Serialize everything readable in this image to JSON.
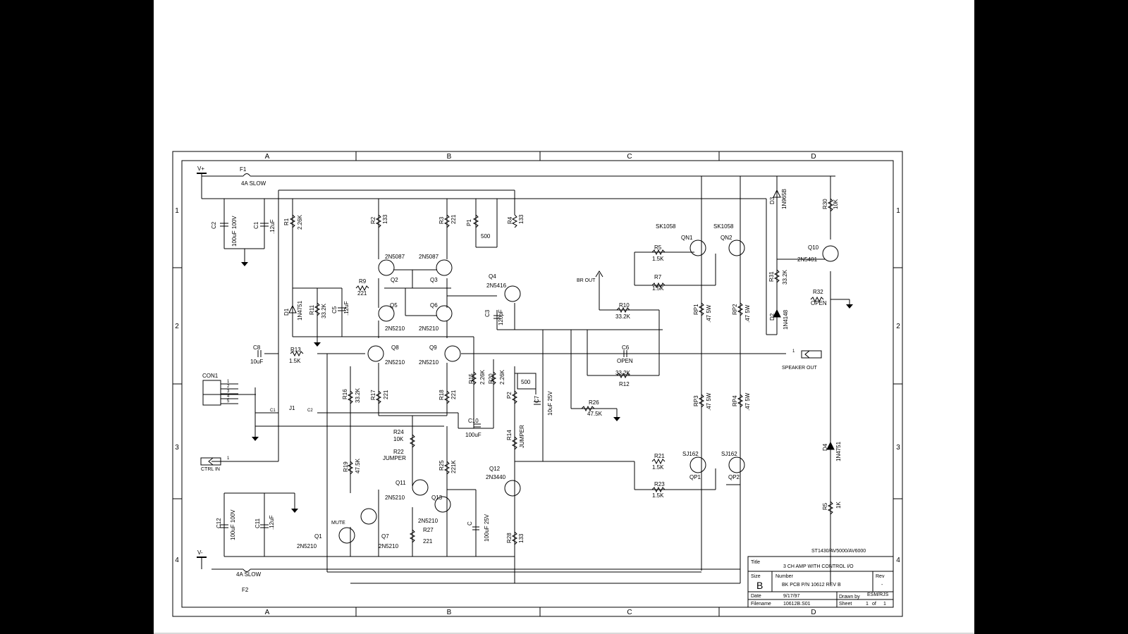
{
  "zones": {
    "columns": [
      "A",
      "B",
      "C",
      "D"
    ],
    "rows": [
      "1",
      "2",
      "3",
      "4"
    ]
  },
  "labels": {
    "vplus": "V+",
    "vminus": "V-",
    "f1": "F1",
    "f1_val": "4A SLOW",
    "f2": "F2",
    "f2_val": "4A SLOW",
    "c2": "C2",
    "c2_val": "100uF 100V",
    "c1": "C1",
    "c1_val": ".12uF",
    "r1": "R1",
    "r1_val": "2.26K",
    "r2": "R2",
    "r2_val": "133",
    "r3": "R3",
    "r3_val": "221",
    "p1": "P1",
    "p1_val": "500",
    "r4": "R4",
    "r4_val": "133",
    "q2_type": "2N5087",
    "q3_type": "2N5087",
    "q2": "Q2",
    "q3": "Q3",
    "r9": "R9",
    "r9_val": "221",
    "q4": "Q4",
    "q4_type": "2N5416",
    "d1": "D1",
    "d1_val": "1N4751",
    "r11": "R11",
    "r11_val": "33.2K",
    "c5": "C5",
    "c5_val": ".12uF",
    "q5": "Q5",
    "q6": "Q6",
    "q5_type": "2N5210",
    "q6_type": "2N5210",
    "c3": "C3",
    "c3_val": "120pF",
    "c8": "C8",
    "c8_val": "10uF",
    "r13": "R13",
    "r13_val": "1.5K",
    "q8": "Q8",
    "q9": "Q9",
    "q8_type": "2N5210",
    "q9_type": "2N5210",
    "r15": "R15",
    "r15_val": "2.26K",
    "r20": "R20",
    "r20_val": "2.26K",
    "con1": "CON1",
    "con1_pins": [
      "1",
      "2",
      "3",
      "4",
      "5"
    ],
    "r16": "R16",
    "r16_val": "33.2K",
    "r17": "R17",
    "r17_val": "221",
    "r18": "R18",
    "r18_val": "221",
    "p2": "P2",
    "p2_val": "500",
    "c7": "C7",
    "c7_val": "10uF 25V",
    "j1": "J1",
    "j1_pin1": "C1",
    "j1_pin2": "C2",
    "c10": "C10",
    "c10_val": "100uF",
    "r24": "R24",
    "r24_val": "10K",
    "r22": "R22",
    "r22_val": "JUMPER",
    "r14": "R14",
    "r14_val": "JUMPER",
    "ctrl_in": "CTRL IN",
    "ctrl_pin": "1",
    "r19": "R19",
    "r19_val": "47.5K",
    "r25": "R25",
    "r25_val": "221K",
    "q12": "Q12",
    "q12_type": "2N3440",
    "q11": "Q11",
    "q11_type": "2N5210",
    "q13": "Q13",
    "q13_type": "2N5210",
    "c12": "C12",
    "c12_val": "100uF 100V",
    "c11": "C11",
    "c11_val": ".12uF",
    "mute": "MUTE",
    "q1": "Q1",
    "q1_type": "2N5210",
    "q7": "Q7",
    "q7_type": "2N5210",
    "r27": "R27",
    "r27_val": "221",
    "c_lo": "C",
    "c_lo_val": "100uF 25V",
    "r28": "R28",
    "r28_val": "133",
    "r5_mid": "R5",
    "r5_mid_val": "1.5K",
    "r7": "R7",
    "r7_val": "1.5K",
    "br_out": "BR OUT",
    "r10": "R10",
    "r10_val": "33.2K",
    "c6": "C6",
    "c6_val": "OPEN",
    "r12_val": "33.2K",
    "r12": "R12",
    "r26": "R26",
    "r26_val": "47.5K",
    "sk1": "SK1058",
    "qn1": "QN1",
    "sk2": "SK1058",
    "qn2": "QN2",
    "rp1": "RP1",
    "rp1_val": ".47 5W",
    "rp2": "RP2",
    "rp2_val": ".47 5W",
    "rp3": "RP3",
    "rp3_val": ".47 5W",
    "rp4": "RP4",
    "rp4_val": ".47 5W",
    "r21": "R21",
    "r21_val": "1.5K",
    "r23": "R23",
    "r23_val": "1.5K",
    "sj1": "SJ162",
    "qp1": "QP1",
    "sj2": "SJ162",
    "qp2": "QP2",
    "d3": "D3",
    "d3_val": "1N965B",
    "r30": "R30",
    "r30_val": "10K",
    "q10": "Q10",
    "q10_type": "2N5401",
    "r31": "R31",
    "r31_val": "33.2K",
    "r32": "R32",
    "r32_val": "OPEN",
    "d2": "D2",
    "d2_val": "1N4148",
    "spk_pin": "1",
    "speaker_out": "SPEAKER OUT",
    "d4": "D4",
    "d4_val": "1N4751",
    "r5_rt": "R5",
    "r5_rt_val": "1K",
    "model": "ST1430/AV5000/AV6000"
  },
  "title_block": {
    "title_label": "Title",
    "title": "3 CH AMP WITH CONTROL I/O",
    "size_label": "Size",
    "size": "B",
    "number_label": "Number",
    "number": "BK PCB P/N 10612 REV B",
    "rev_label": "Rev",
    "rev": "-",
    "date_label": "Date",
    "date": "9/17/97",
    "drawn_label": "Drawn by",
    "drawn": "ESM/RJS",
    "filename_label": "Filename",
    "filename": "10612B.S01",
    "sheet_label": "Sheet",
    "sheet": "1",
    "of_label": "of",
    "of": "1"
  }
}
